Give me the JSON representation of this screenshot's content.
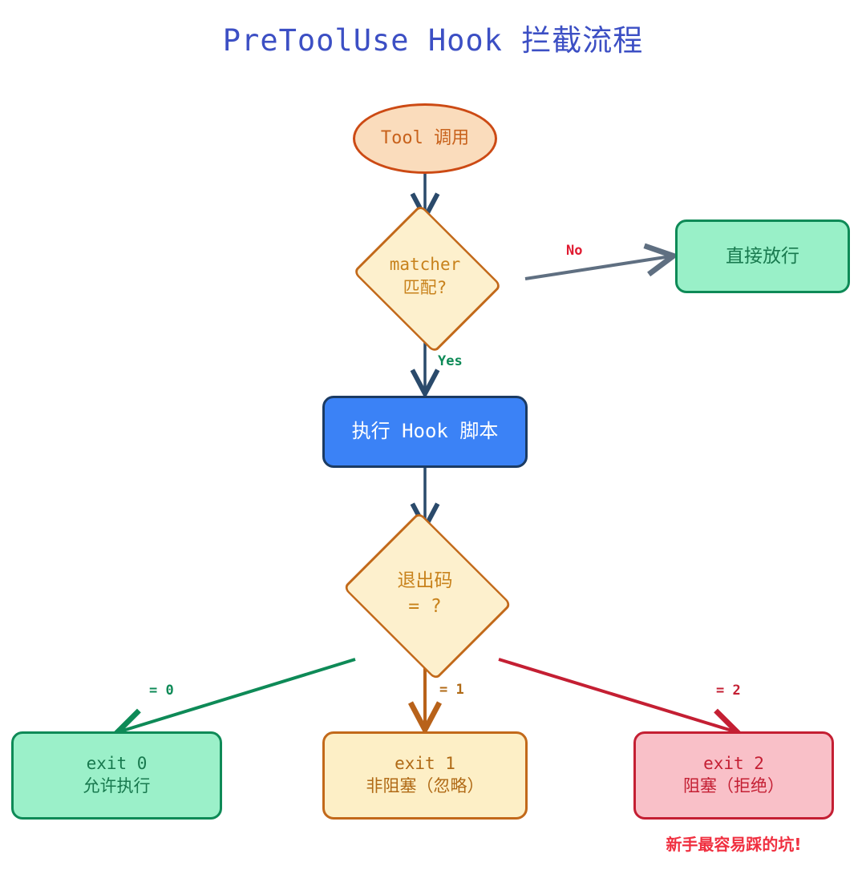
{
  "title": "PreToolUse Hook 拦截流程",
  "theme": {
    "title_color": "#3c4fc4",
    "start_fill": "#fadcbc",
    "start_stroke": "#cc4a14",
    "decision_fill": "#fdf0cd",
    "decision_stroke": "#c2691a",
    "success_fill": "#99f0c8",
    "success_stroke": "#0e8a57",
    "process_fill": "#3b82f6",
    "process_stroke": "#1b3b63",
    "danger_fill": "#f9c0c8",
    "danger_stroke": "#c41f33",
    "edge_default": "#5f6f81"
  },
  "nodes": {
    "start": {
      "label": "Tool 调用",
      "shape": "ellipse"
    },
    "matcher": {
      "line1": "matcher",
      "line2": "匹配?",
      "shape": "diamond"
    },
    "pass": {
      "label": "直接放行",
      "shape": "rounded-rect"
    },
    "hook": {
      "label": "执行 Hook 脚本",
      "shape": "rounded-rect"
    },
    "exitcode": {
      "line1": "退出码",
      "line2": "= ?",
      "shape": "diamond"
    },
    "exit0": {
      "line1": "exit 0",
      "line2": "允许执行",
      "shape": "rounded-rect"
    },
    "exit1": {
      "line1": "exit 1",
      "line2": "非阻塞（忽略）",
      "shape": "rounded-rect"
    },
    "exit2": {
      "line1": "exit 2",
      "line2": "阻塞（拒绝）",
      "shape": "rounded-rect"
    }
  },
  "edges": {
    "start_to_matcher": {
      "label": "",
      "color": "#2a4a6b"
    },
    "matcher_to_pass": {
      "label": "No",
      "color": "#5f6f81"
    },
    "matcher_to_hook": {
      "label": "Yes",
      "color": "#2a4a6b"
    },
    "hook_to_exitcode": {
      "label": "",
      "color": "#2a4a6b"
    },
    "exitcode_to_exit0": {
      "label": "= 0",
      "color": "#0e8a57"
    },
    "exitcode_to_exit1": {
      "label": "= 1",
      "color": "#b8621a"
    },
    "exitcode_to_exit2": {
      "label": "= 2",
      "color": "#c41f33"
    }
  },
  "annotation": {
    "exit2_note": "新手最容易踩的坑!"
  }
}
